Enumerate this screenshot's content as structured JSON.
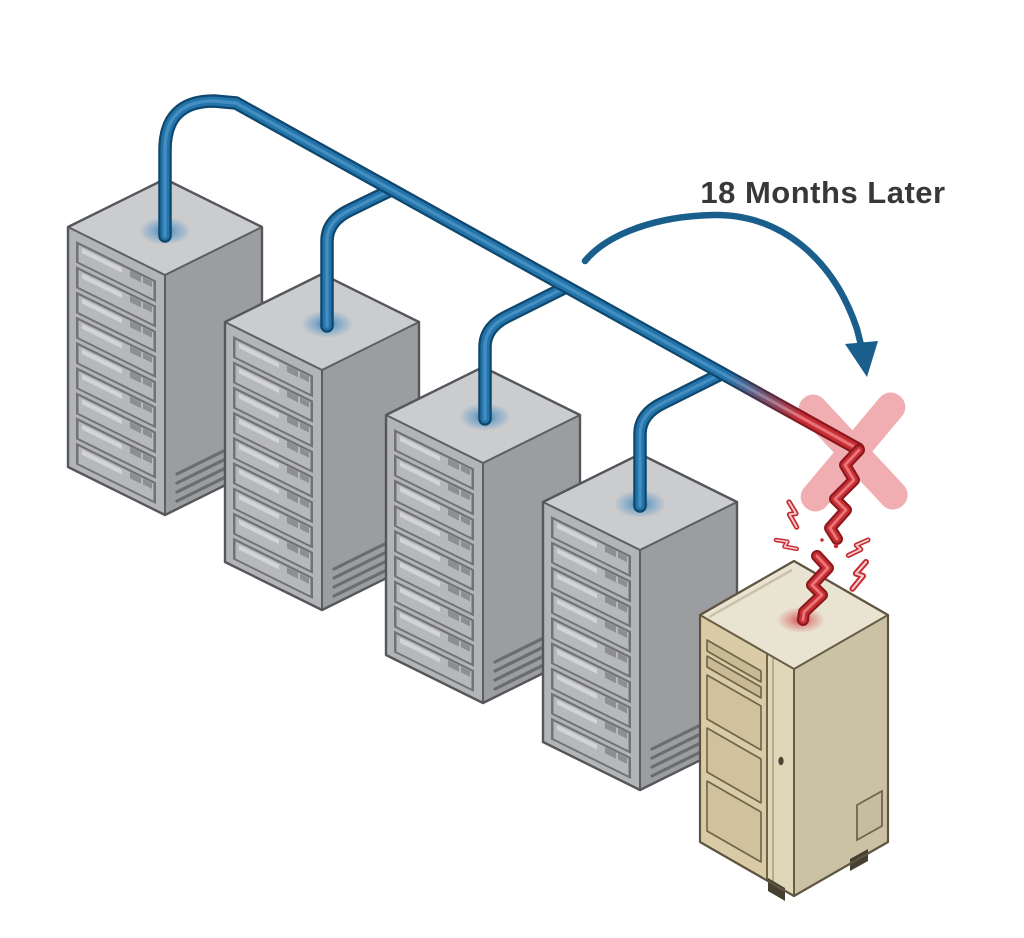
{
  "callout": {
    "text": "18 Months Later"
  },
  "scene": {
    "server_rack_count": 4,
    "legacy_cabinet_count": 1,
    "components": [
      "server-rack-1",
      "server-rack-2",
      "server-rack-3",
      "server-rack-4",
      "network-cable-bus",
      "curved-arrow",
      "x-mark",
      "broken-cable",
      "spark-bolts",
      "legacy-mainframe-cabinet"
    ]
  },
  "palette": {
    "cable_blue": "#2274ab",
    "cable_blue_dark": "#0f476d",
    "cable_highlight": "#4a93c4",
    "cable_red": "#c62f34",
    "cable_red_dark": "#8c181d",
    "x_mark_pink": "#f0a6aa",
    "spark_red": "#c6292f",
    "rack_top": "#cbccce",
    "rack_front": "#b3b4b6",
    "rack_side": "#9c9da0",
    "cabinet_top": "#e9e3d1",
    "cabinet_front": "#d8cba6",
    "cabinet_side": "#cbc2a6",
    "label_color": "#38383a"
  }
}
